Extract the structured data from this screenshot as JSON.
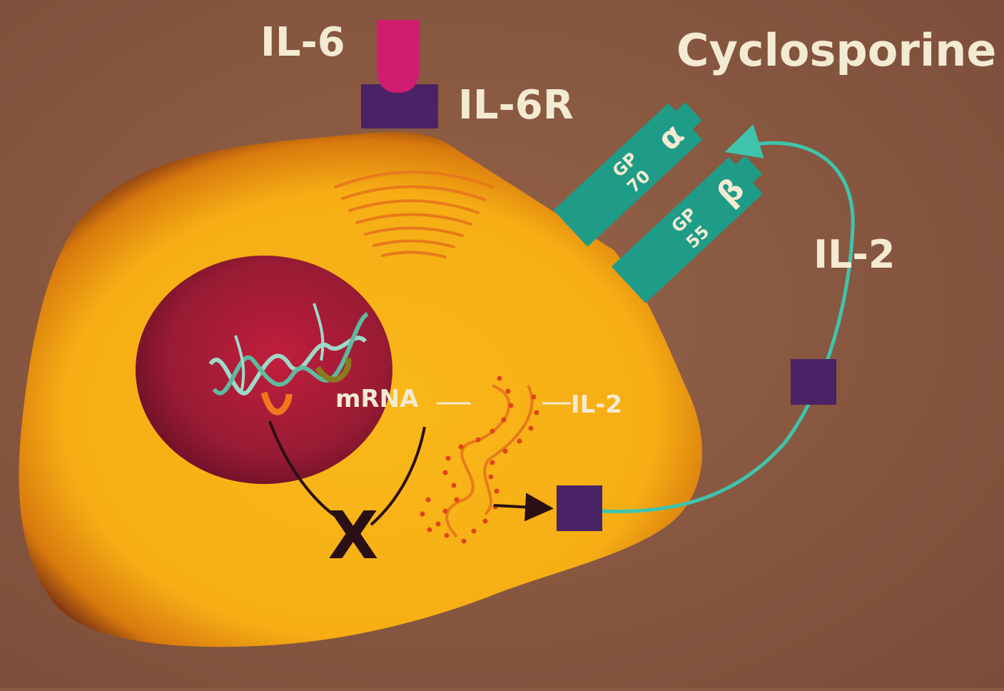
{
  "labels": {
    "il6": "IL-6",
    "il6r": "IL-6R",
    "cyclosporine": "Cyclosporine",
    "il2_outside": "IL-2",
    "mrna": "mRNA",
    "il2_inside": "IL-2",
    "block_mark": "X"
  },
  "receptor": {
    "alpha_symbol": "α",
    "alpha_gp": "GP",
    "alpha_num": "70",
    "beta_symbol": "β",
    "beta_gp": "GP",
    "beta_num": "55"
  },
  "colors": {
    "background": "#8a5a43",
    "cell_core": "#f7b417",
    "cell_rim": "#2e1212",
    "nucleus": "#8e1630",
    "receptor": "#1e9c87",
    "il6": "#d11d6f",
    "il6r": "#4a2366",
    "il2_molecule": "#4a2366",
    "pathway_line": "#3fc4ab",
    "label_text": "#f3ead2"
  }
}
